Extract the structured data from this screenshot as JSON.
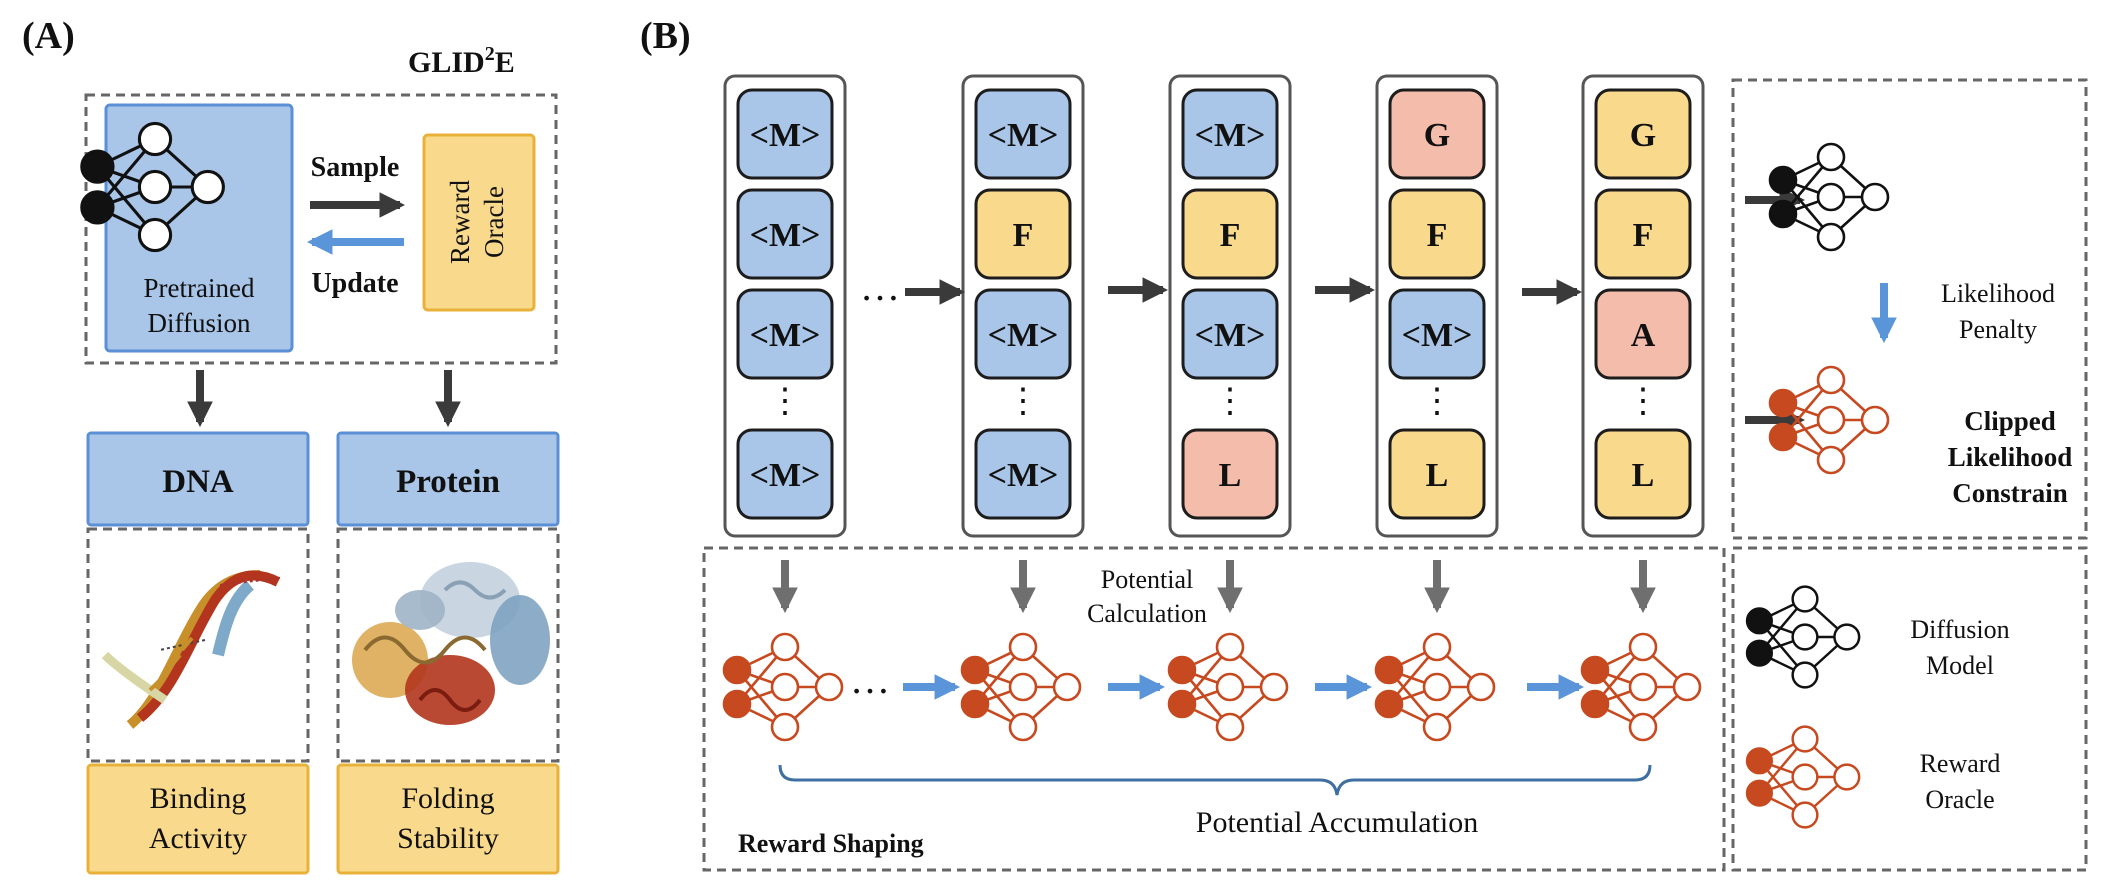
{
  "panel_a": {
    "label": "(A)",
    "title": "GLID",
    "title_sup": "2",
    "title_end": "E",
    "pretrained_line1": "Pretrained",
    "pretrained_line2": "Diffusion",
    "sample_label": "Sample",
    "update_label": "Update",
    "reward_line1": "Reward",
    "reward_line2": "Oracle",
    "dna_label": "DNA",
    "protein_label": "Protein",
    "binding_line1": "Binding",
    "binding_line2": "Activity",
    "folding_line1": "Folding",
    "folding_line2": "Stability"
  },
  "panel_b": {
    "label": "(B)",
    "ellipsis": "…",
    "vdots": "⋮",
    "columns": [
      [
        "<M>",
        "<M>",
        "<M>",
        "<M>"
      ],
      [
        "<M>",
        "F",
        "<M>",
        "<M>"
      ],
      [
        "<M>",
        "F",
        "<M>",
        "L"
      ],
      [
        "G",
        "F",
        "<M>",
        "L"
      ],
      [
        "G",
        "F",
        "A",
        "L"
      ]
    ],
    "potential_line1": "Potential",
    "potential_line2": "Calculation",
    "potential_accumulation": "Potential Accumulation",
    "reward_shaping": "Reward Shaping",
    "likelihood_line1": "Likelihood",
    "likelihood_line2": "Penalty",
    "clipped_line1": "Clipped",
    "clipped_line2": "Likelihood",
    "clipped_line3": "Constrain",
    "legend_diffusion_line1": "Diffusion",
    "legend_diffusion_line2": "Model",
    "legend_reward_line1": "Reward",
    "legend_reward_line2": "Oracle"
  },
  "colors": {
    "blue_fill": "#a9c6e8",
    "blue_border": "#5b8fd6",
    "yellow_fill": "#f9d98b",
    "yellow_border": "#e8b23a",
    "salmon_fill": "#f4bcaa",
    "orange_net": "#c6491f",
    "arrow_dark": "#3a3a3a",
    "arrow_blue": "#5b95d9"
  }
}
